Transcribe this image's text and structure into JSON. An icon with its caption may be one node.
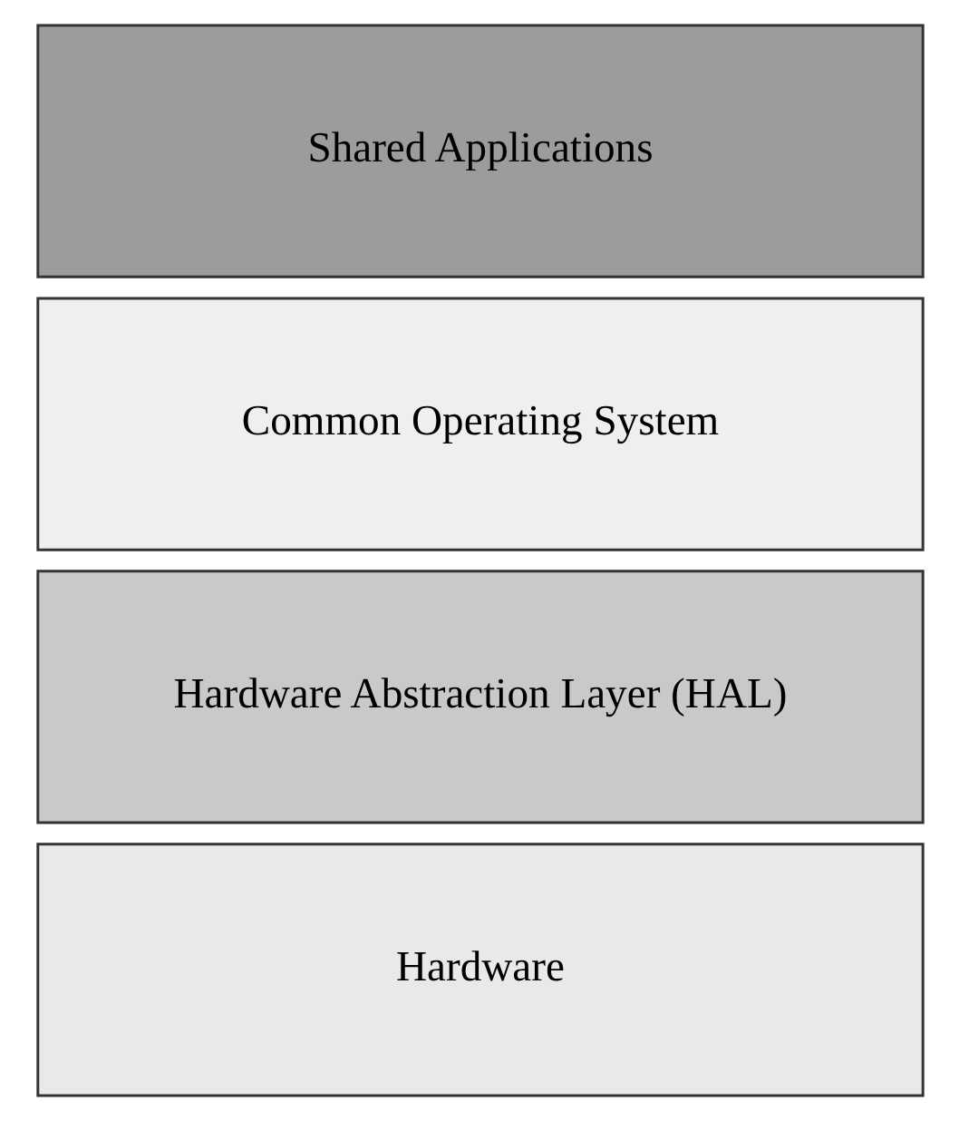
{
  "diagram": {
    "nodes": [
      {
        "text": [
          "Shared Applications"
        ]
      },
      {
        "text": [
          "Common Operating System"
        ]
      },
      {
        "text": [
          "Hardware Abstraction Layer (HAL)"
        ]
      },
      {
        "text": [
          "Hardware"
        ]
      }
    ]
  }
}
